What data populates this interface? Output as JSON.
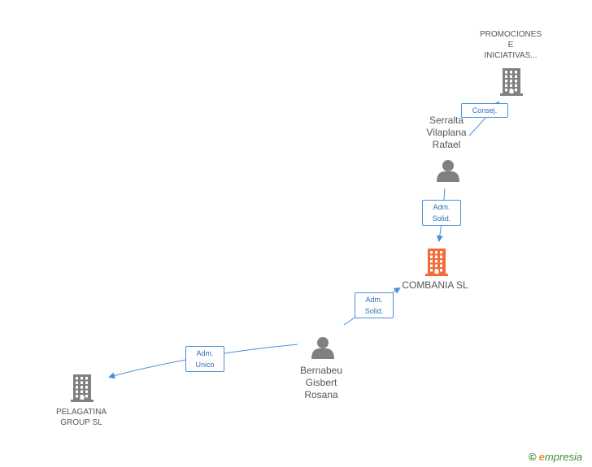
{
  "nodes": [
    {
      "id": "promociones",
      "kind": "company",
      "lines": [
        "PROMOCIONES",
        "E",
        "INICIATIVAS..."
      ]
    },
    {
      "id": "serralta",
      "kind": "person",
      "lines": [
        "Serralta",
        "Vilaplana",
        "Rafael"
      ]
    },
    {
      "id": "combania",
      "kind": "company-highlight",
      "lines": [
        "COMBANIA SL"
      ]
    },
    {
      "id": "bernabeu",
      "kind": "person",
      "lines": [
        "Bernabeu",
        "Gisbert",
        "Rosana"
      ]
    },
    {
      "id": "pelagatina",
      "kind": "company",
      "lines": [
        "PELAGATINA",
        "GROUP SL"
      ]
    }
  ],
  "edges": [
    {
      "from": "serralta",
      "to": "promociones",
      "lines": [
        "Consej."
      ]
    },
    {
      "from": "serralta",
      "to": "combania",
      "lines": [
        "Adm.",
        "Solid."
      ]
    },
    {
      "from": "bernabeu",
      "to": "combania",
      "lines": [
        "Adm.",
        "Solid."
      ]
    },
    {
      "from": "bernabeu",
      "to": "pelagatina",
      "lines": [
        "Adm.",
        "Unico"
      ]
    }
  ],
  "colors": {
    "company": "#808080",
    "company_highlight": "#f26b3a",
    "person": "#808080",
    "edge": "#4a90d9",
    "label_text": "#555555"
  },
  "icons": {
    "company": "building-icon",
    "person": "person-icon"
  },
  "footer": {
    "copyright_symbol": "©",
    "brand_first": "e",
    "brand_rest": "mpresia"
  }
}
